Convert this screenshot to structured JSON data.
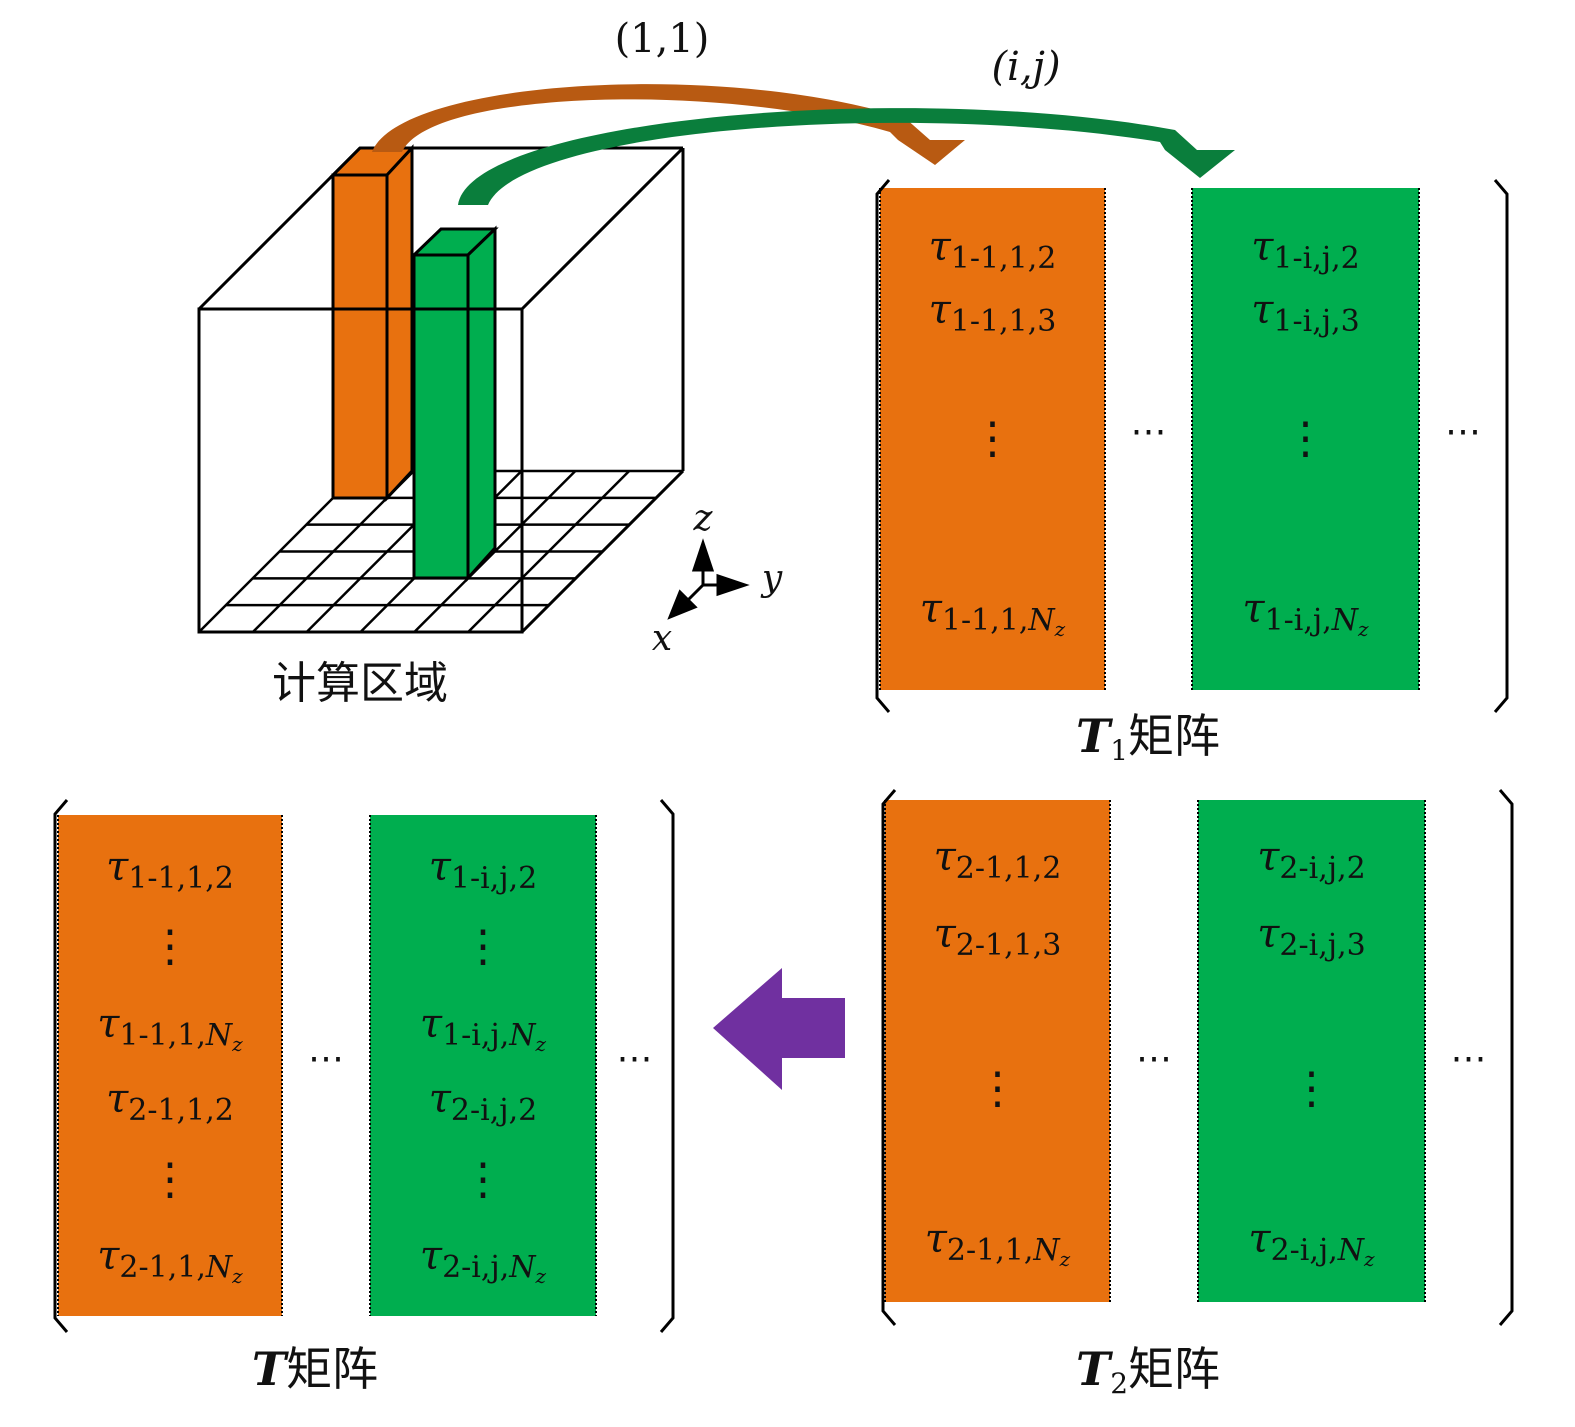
{
  "colors": {
    "orange": "#E8710F",
    "green": "#00AE4F",
    "orange_arrow": "#B85A12",
    "green_arrow": "#0A7E3C",
    "purple": "#7030A0"
  },
  "domain_label": "计算区域",
  "axes": {
    "x": "x",
    "y": "y",
    "z": "z"
  },
  "arrow_labels": {
    "first": "(1,1)",
    "second": "(i,j)"
  },
  "matrices": {
    "T1": {
      "name_bold": "T",
      "name_sub": "1",
      "name_suffix": "矩阵",
      "columns": [
        {
          "color": "orange",
          "entries": [
            {
              "sub": "1-1,1,2"
            },
            {
              "sub": "1-1,1,3"
            },
            {
              "vdots": "⋮"
            },
            {
              "sub": "1-1,1,",
              "N": "N",
              "z": "z"
            }
          ]
        },
        {
          "color": "green",
          "entries": [
            {
              "sub": "1-i,j,2"
            },
            {
              "sub": "1-i,j,3"
            },
            {
              "vdots": "⋮"
            },
            {
              "sub": "1-i,j,",
              "N": "N",
              "z": "z"
            }
          ]
        }
      ],
      "ellipsis": "⋯"
    },
    "T2": {
      "name_bold": "T",
      "name_sub": "2",
      "name_suffix": "矩阵",
      "columns": [
        {
          "color": "orange",
          "entries": [
            {
              "sub": "2-1,1,2"
            },
            {
              "sub": "2-1,1,3"
            },
            {
              "vdots": "⋮"
            },
            {
              "sub": "2-1,1,",
              "N": "N",
              "z": "z"
            }
          ]
        },
        {
          "color": "green",
          "entries": [
            {
              "sub": "2-i,j,2"
            },
            {
              "sub": "2-i,j,3"
            },
            {
              "vdots": "⋮"
            },
            {
              "sub": "2-i,j,",
              "N": "N",
              "z": "z"
            }
          ]
        }
      ],
      "ellipsis": "⋯"
    },
    "T": {
      "name_bold": "T",
      "name_sub": "",
      "name_suffix": "矩阵",
      "columns": [
        {
          "color": "orange",
          "entries": [
            {
              "sub": "1-1,1,2"
            },
            {
              "vdots": "⋮"
            },
            {
              "sub": "1-1,1,",
              "N": "N",
              "z": "z"
            },
            {
              "sub": "2-1,1,2"
            },
            {
              "vdots": "⋮"
            },
            {
              "sub": "2-1,1,",
              "N": "N",
              "z": "z"
            }
          ]
        },
        {
          "color": "green",
          "entries": [
            {
              "sub": "1-i,j,2"
            },
            {
              "vdots": "⋮"
            },
            {
              "sub": "1-i,j,",
              "N": "N",
              "z": "z"
            },
            {
              "sub": "2-i,j,2"
            },
            {
              "vdots": "⋮"
            },
            {
              "sub": "2-i,j,",
              "N": "N",
              "z": "z"
            }
          ]
        }
      ],
      "ellipsis": "⋯"
    }
  },
  "tau": "τ"
}
